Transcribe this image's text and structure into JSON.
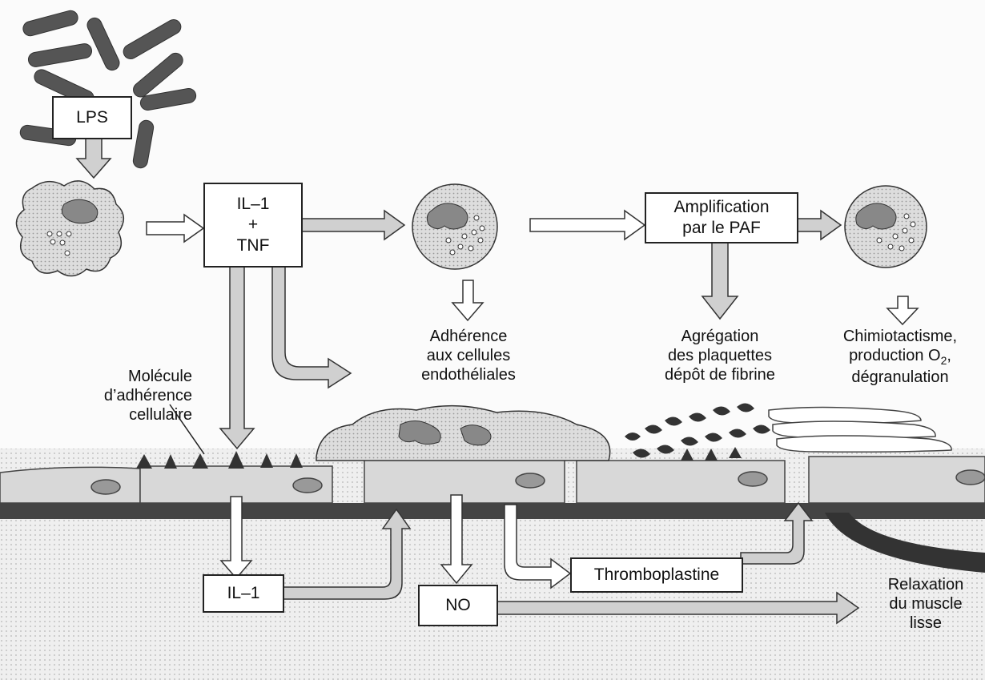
{
  "boxes": {
    "lps": "LPS",
    "il1_tnf": [
      "IL–1",
      "+",
      "TNF"
    ],
    "paf": [
      "Amplification",
      "par le PAF"
    ],
    "thromboplastine": "Thromboplastine",
    "il1": "IL–1",
    "no": "NO"
  },
  "labels": {
    "adherence": [
      "Adhérence",
      "aux cellules",
      "endothéliales"
    ],
    "agregation": [
      "Agrégation",
      "des plaquettes",
      "dépôt de fibrine"
    ],
    "chimio": [
      "Chimiotactisme,",
      "production O",
      "2",
      ",",
      "dégranulation"
    ],
    "molecule": [
      "Molécule",
      "d’adhérence",
      "cellulaire"
    ],
    "relaxation": [
      "Relaxation",
      "du muscle",
      "lisse"
    ]
  },
  "colors": {
    "tissue": "#eeeeee",
    "dark": "#444444",
    "arrow_fill": "#c8c8c8",
    "stroke": "#222222"
  }
}
